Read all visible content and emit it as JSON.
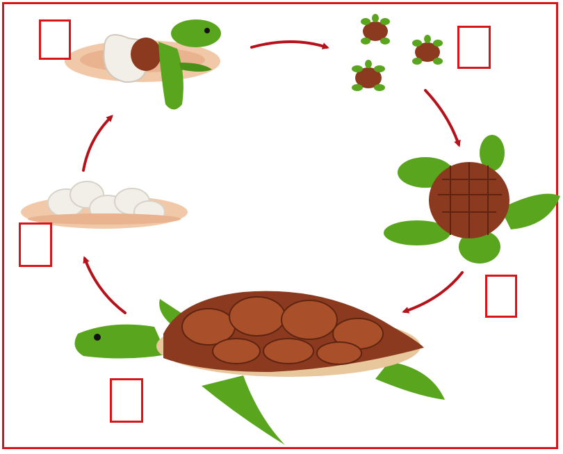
{
  "diagram": {
    "colors": {
      "frame": "#d6141a",
      "arrow": "#b5121b",
      "shell": "#8b3a1f",
      "shell_light": "#a9502a",
      "skin": "#5aa51e",
      "skin_dark": "#2f6d10",
      "egg": "#f2efe8",
      "sand": "#f1c9a8"
    },
    "stages": [
      {
        "id": "hatchling",
        "icon": "hatching-turtle-icon"
      },
      {
        "id": "baby-turtles",
        "icon": "baby-turtles-icon"
      },
      {
        "id": "juvenile",
        "icon": "juvenile-turtle-icon"
      },
      {
        "id": "adult",
        "icon": "adult-turtle-icon"
      },
      {
        "id": "eggs",
        "icon": "eggs-nest-icon"
      }
    ],
    "answer_boxes": [
      {
        "stage": "hatchling",
        "text": ""
      },
      {
        "stage": "baby-turtles",
        "text": ""
      },
      {
        "stage": "juvenile",
        "text": ""
      },
      {
        "stage": "adult",
        "text": ""
      },
      {
        "stage": "eggs",
        "text": ""
      }
    ]
  }
}
